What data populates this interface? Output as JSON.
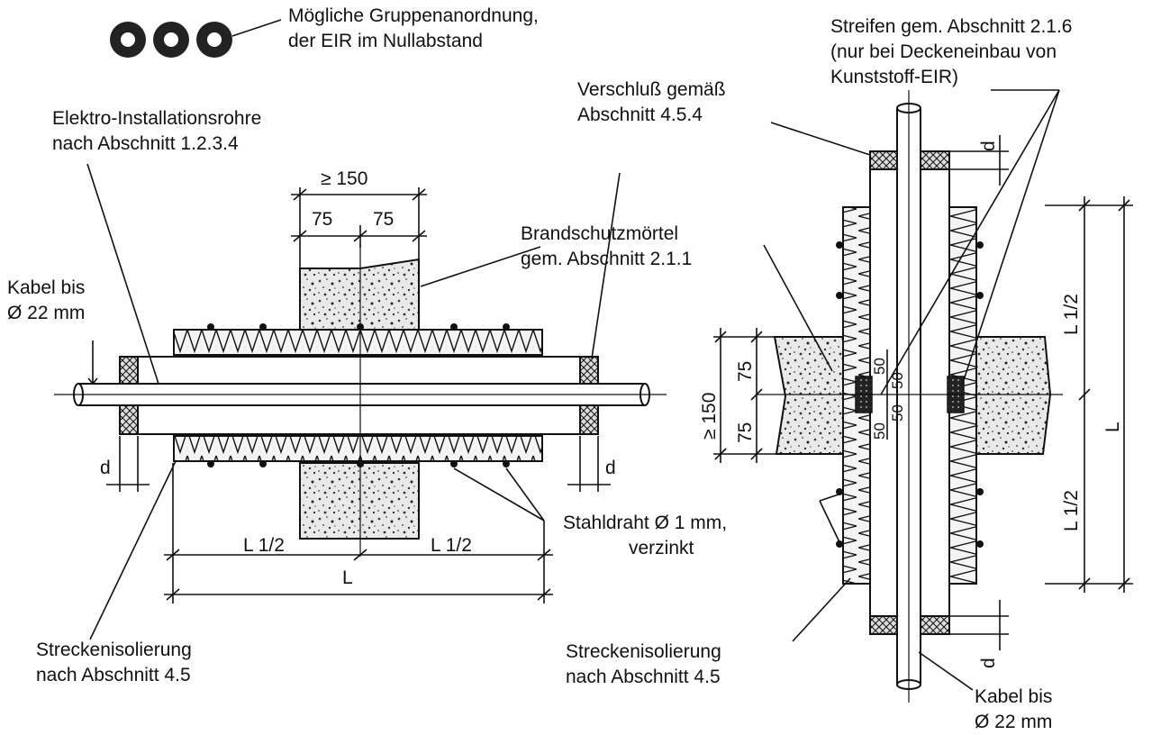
{
  "labels": {
    "group_arrangement_1": "Mögliche Gruppenanordnung,",
    "group_arrangement_2": "der EIR im Nullabstand",
    "eir_1": "Elektro-Installationsrohre",
    "eir_2": "nach Abschnitt 1.2.3.4",
    "cable_left_1": "Kabel bis",
    "cable_left_2": "Ø 22 mm",
    "mortar_1": "Brandschutzmörtel",
    "mortar_2": "gem. Abschnitt 2.1.1",
    "closure_1": "Verschluß gemäß",
    "closure_2": "Abschnitt 4.5.4",
    "strip_1": "Streifen gem. Abschnitt 2.1.6",
    "strip_2": "(nur bei Deckeneinbau von",
    "strip_3": "Kunststoff-EIR)",
    "steelwire_1": "Stahldraht Ø 1 mm,",
    "steelwire_2": "verzinkt",
    "insulation_left_1": "Streckenisolierung",
    "insulation_left_2": "nach Abschnitt 4.5",
    "insulation_right_1": "Streckenisolierung",
    "insulation_right_2": "nach Abschnitt 4.5",
    "cable_right_1": "Kabel bis",
    "cable_right_2": "Ø 22 mm"
  },
  "dimensions": {
    "wall_total": "≥ 150",
    "wall_half_left": "75",
    "wall_half_right": "75",
    "half_left": "L 1/2",
    "half_right": "L 1/2",
    "total_length": "L",
    "d_left": "d",
    "d_right": "d",
    "ceiling_total": "≥ 150",
    "ceiling_upper": "75",
    "ceiling_lower": "75",
    "strip_upper": "50",
    "strip_lower": "50",
    "strip_mid_upper": "50",
    "strip_mid_lower": "50",
    "vert_half_upper": "L 1/2",
    "vert_half_lower": "L 1/2",
    "vert_total": "L",
    "d_top": "d",
    "d_bottom": "d"
  }
}
